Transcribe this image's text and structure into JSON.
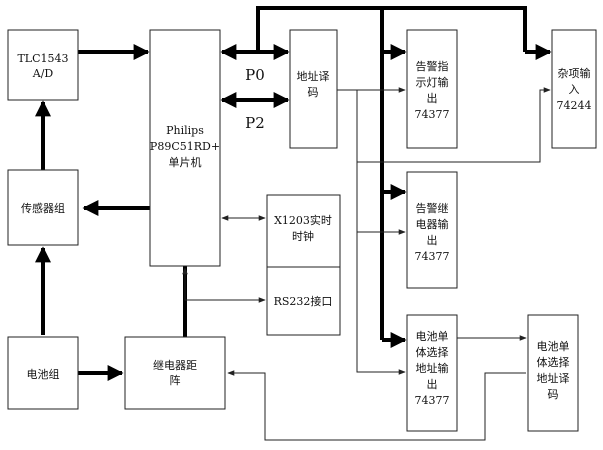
{
  "blocks": {
    "adc": [
      "TLC1543",
      "A/D"
    ],
    "sensor": [
      "传感器组"
    ],
    "battery": [
      "电池组"
    ],
    "relay_matrix": [
      "继电器距",
      "阵"
    ],
    "mcu": [
      "Philips",
      "P89C51RD+",
      "单片机"
    ],
    "addr_decode": [
      "地址译",
      "码"
    ],
    "rtc": [
      "X1203实时",
      "时钟"
    ],
    "rs232": [
      "RS232接口"
    ],
    "alarm_light": [
      "告警指",
      "示灯输",
      "出",
      "74377"
    ],
    "alarm_relay": [
      "告警继",
      "电器输",
      "出",
      "74377"
    ],
    "cell_select_out": [
      "电池单",
      "体选择",
      "地址输",
      "出",
      "74377"
    ],
    "misc_input": [
      "杂项输",
      "入",
      "74244"
    ],
    "cell_select_decode": [
      "电池单",
      "体选择",
      "地址译",
      "码"
    ]
  },
  "port_labels": {
    "p0": "P0",
    "p2": "P2"
  }
}
